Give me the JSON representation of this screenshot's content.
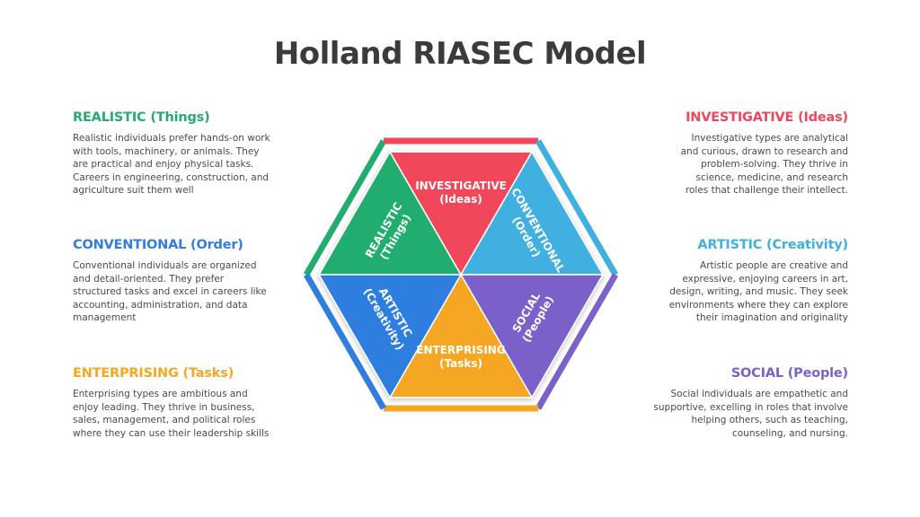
{
  "title": "Holland RIASEC Model",
  "colors": {
    "realistic": "#22ad6f",
    "investigative": "#f0475a",
    "artistic": "#3fb0e0",
    "social": "#7b61c9",
    "enterprising": "#f5a623",
    "conventional": "#2f7ee0"
  },
  "types": {
    "realistic": {
      "heading": "REALISTIC (Things)",
      "lines": [
        "Realistic individuals prefer hands-on work",
        "with tools, machinery, or animals. They",
        "are practical and enjoy physical tasks.",
        "Careers in engineering, construction, and",
        "agriculture suit them well"
      ],
      "seg": [
        "REALISTIC",
        "(Things)"
      ]
    },
    "conventional": {
      "heading": "CONVENTIONAL (Order)",
      "lines": [
        "Conventional individuals are organized",
        "and detail-oriented. They prefer",
        "structured tasks and excel in careers like",
        "accounting, administration, and data",
        "management"
      ],
      "seg": [
        "CONVENTIONAL",
        "(Order)"
      ]
    },
    "enterprising": {
      "heading": "ENTERPRISING (Tasks)",
      "lines": [
        "Enterprising types are ambitious and",
        "enjoy leading. They thrive in business,",
        "sales, management, and political roles",
        "where they can use their leadership skills"
      ],
      "seg": [
        "ENTERPRISING",
        "(Tasks)"
      ]
    },
    "investigative": {
      "heading": "INVESTIGATIVE (Ideas)",
      "lines": [
        "Investigative types are analytical",
        "and curious, drawn to research and",
        "problem-solving. They thrive in",
        "science, medicine, and research",
        "roles that challenge their intellect."
      ],
      "seg": [
        "INVESTIGATIVE",
        "(Ideas)"
      ]
    },
    "artistic": {
      "heading": "ARTISTIC (Creativity)",
      "lines": [
        "Artistic people are creative and",
        "expressive, enjoying careers in art,",
        "design, writing, and music. They seek",
        "environments where they can explore",
        "their imagination and originality"
      ],
      "seg": [
        "ARTISTIC",
        "(Creativity)"
      ]
    },
    "social": {
      "heading": "SOCIAL (People)",
      "lines": [
        "Social individuals are empathetic and",
        "supportive, excelling in roles that involve",
        "helping others, such as teaching,",
        "counseling, and nursing."
      ],
      "seg": [
        "SOCIAL",
        "(People)"
      ]
    }
  }
}
